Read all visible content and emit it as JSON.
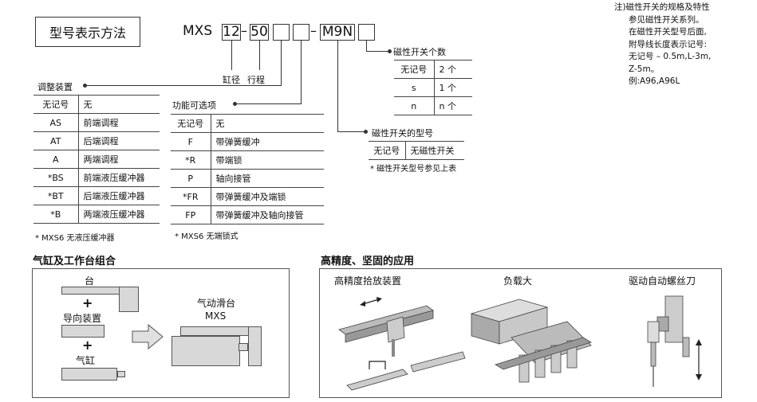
{
  "title": "型号表示方法",
  "code": {
    "prefix": "MXS",
    "bore": "12",
    "stroke": "50",
    "switch": "M9N"
  },
  "code_labels": {
    "bore": "缸径",
    "stroke": "行程"
  },
  "adjust": {
    "heading": "调整装置",
    "rows": [
      {
        "code": "无记号",
        "desc": "无"
      },
      {
        "code": "AS",
        "desc": "前端调程"
      },
      {
        "code": "AT",
        "desc": "后端调程"
      },
      {
        "code": "A",
        "desc": "两端调程"
      },
      {
        "code": "*BS",
        "desc": "前端液压缓冲器"
      },
      {
        "code": "*BT",
        "desc": "后端液压缓冲器"
      },
      {
        "code": "*B",
        "desc": "两端液压缓冲器"
      }
    ],
    "note": "* MXS6 无液压缓冲器"
  },
  "function": {
    "heading": "功能可选项",
    "rows": [
      {
        "code": "无记号",
        "desc": "无"
      },
      {
        "code": "F",
        "desc": "带弹簧缓冲"
      },
      {
        "code": "*R",
        "desc": "带端锁"
      },
      {
        "code": "P",
        "desc": "轴向接管"
      },
      {
        "code": "*FR",
        "desc": "带弹簧缓冲及端锁"
      },
      {
        "code": "FP",
        "desc": "带弹簧缓冲及轴向接管"
      }
    ],
    "note": "* MXS6 无端锁式"
  },
  "switch_type": {
    "heading": "磁性开关的型号",
    "rows": [
      {
        "code": "无记号",
        "desc": "无磁性开关"
      }
    ],
    "note": "* 磁性开关型号参见上表"
  },
  "switch_count": {
    "heading": "磁性开关个数",
    "rows": [
      {
        "code": "无记号",
        "desc": "2 个"
      },
      {
        "code": "s",
        "desc": "1 个"
      },
      {
        "code": "n",
        "desc": "n 个"
      }
    ]
  },
  "side_note": [
    "注)磁性开关的规格及特性",
    "参见磁性开关系列。",
    "在磁性开关型号后面,",
    "附导线长度表示记号:",
    "无记号 – 0.5m,L-3m,",
    "Z-5m。",
    "例:A96,A96L"
  ],
  "combo": {
    "title": "气缸及工作台组合",
    "table": "台",
    "guide": "导向装置",
    "cylinder": "气缸",
    "slide_label": "气动滑台",
    "slide_model": "MXS",
    "plus": "+"
  },
  "apps": {
    "title": "高精度、坚固的应用",
    "items": [
      "高精度拾放装置",
      "负载大",
      "驱动自动螺丝刀"
    ]
  }
}
